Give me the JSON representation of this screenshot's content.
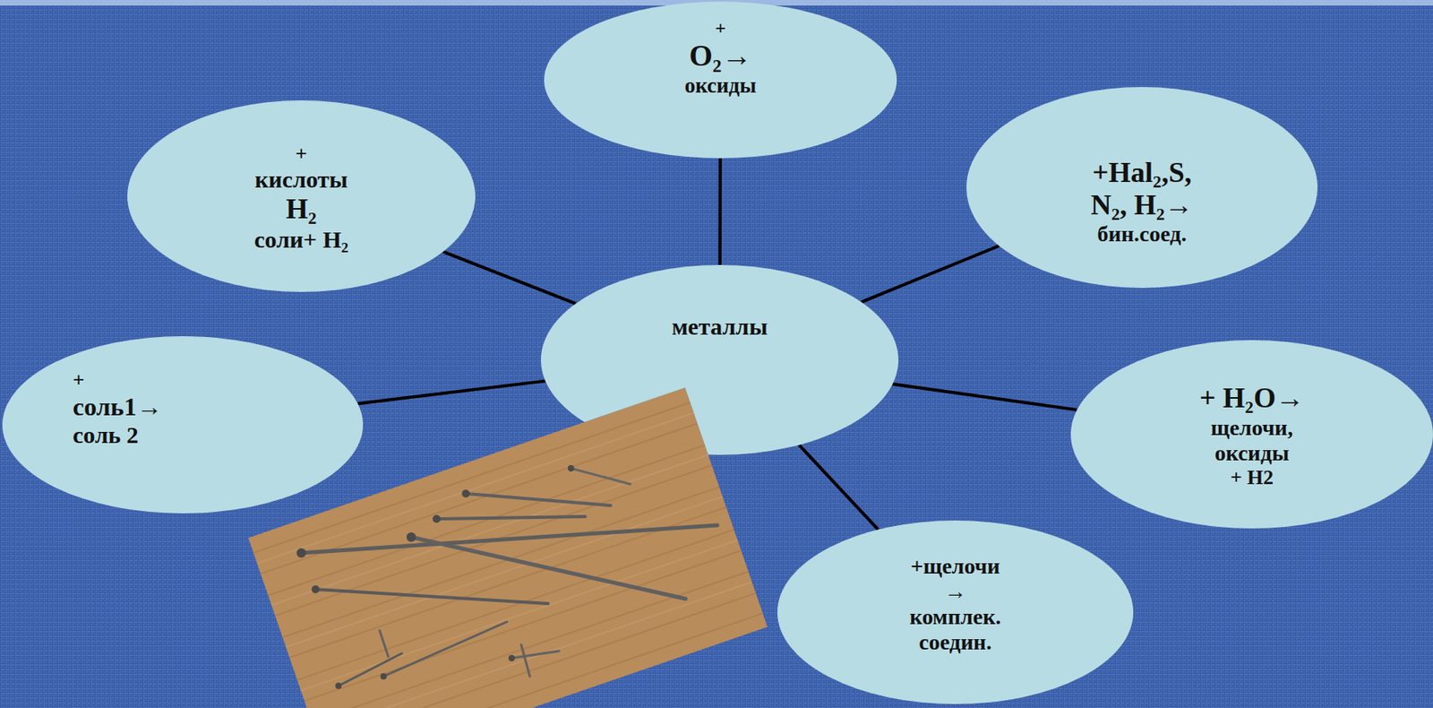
{
  "diagram": {
    "nodes": [
      {
        "text": [
          "+",
          "O₂→",
          "оксиды"
        ]
      },
      {
        "text": [
          "+",
          "кислоты",
          "H₂",
          "соли+ H₂"
        ]
      },
      {
        "text": [
          "+Hal₂,S,",
          "N₂, H₂→",
          "бин.соед."
        ]
      },
      {
        "text": [
          "металлы"
        ]
      },
      {
        "text": [
          "+",
          "соль1→",
          "соль 2"
        ]
      },
      {
        "text": [
          "+ H₂O→",
          "щелочи,",
          "оксиды",
          "+ H2"
        ]
      },
      {
        "text": [
          "+щелочи",
          "→",
          "комплек.",
          "соедин."
        ]
      }
    ],
    "edges": [
      {
        "from": 3,
        "to": 0,
        "arrow": "none"
      },
      {
        "from": 3,
        "to": 1,
        "arrow": "none"
      },
      {
        "from": 3,
        "to": 2,
        "arrow": "none"
      },
      {
        "from": 3,
        "to": 4,
        "arrow": "none"
      },
      {
        "from": 3,
        "to": 5,
        "arrow": "none"
      },
      {
        "from": 3,
        "to": 6,
        "arrow": "none"
      }
    ]
  }
}
